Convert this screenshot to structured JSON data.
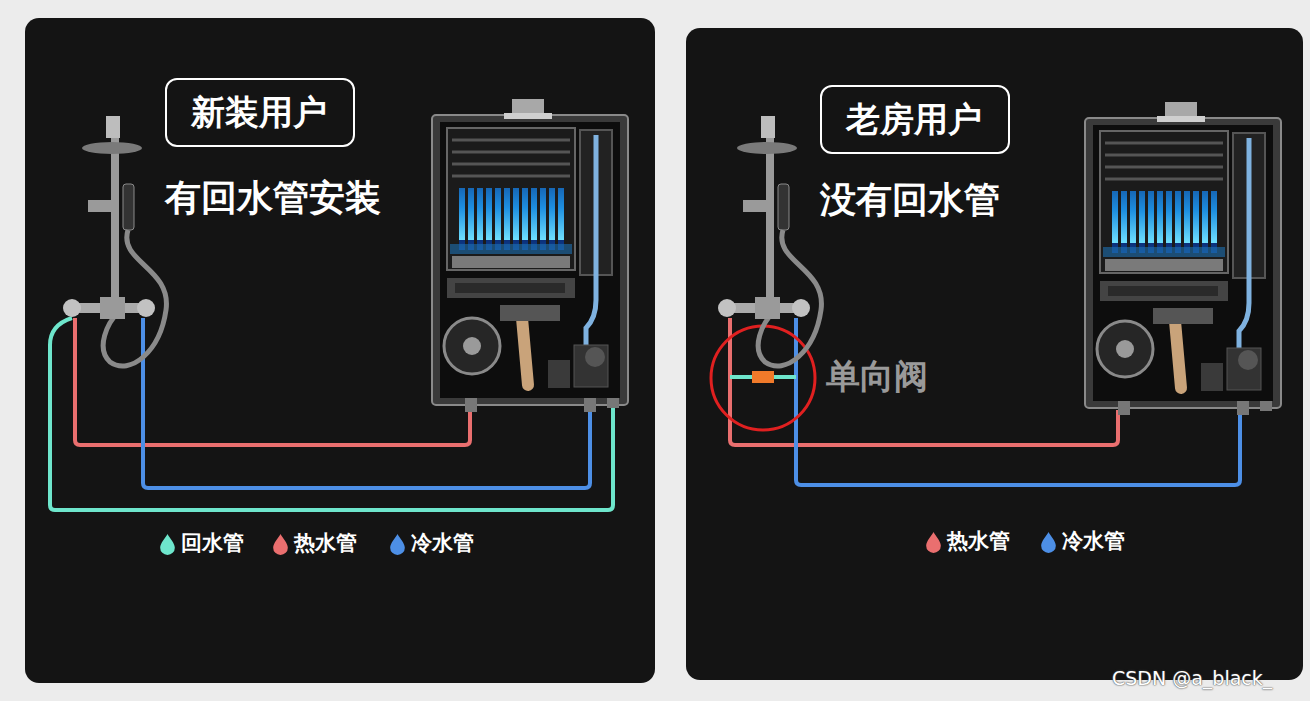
{
  "diagram": {
    "nodes": [
      {
        "text": [
          "有回水管安装"
        ]
      },
      {
        "text": [
          "新装用户"
        ],
        "in": 0
      },
      {
        "text": [
          "没有回水管"
        ]
      },
      {
        "text": [
          "老房用户"
        ],
        "in": 2
      }
    ],
    "labels": [
      "单向阀",
      "CSDN @a_black_"
    ],
    "legend": [
      {
        "text": "回水管",
        "color": "#6ee6cc"
      },
      {
        "text": "热水管",
        "color": "#ea6f6f"
      },
      {
        "text": "冷水管",
        "color": "#4d8fe6"
      },
      {
        "text": "热水管",
        "color": "#ea6f6f"
      },
      {
        "text": "冷水管",
        "color": "#4d8fe6"
      }
    ]
  }
}
